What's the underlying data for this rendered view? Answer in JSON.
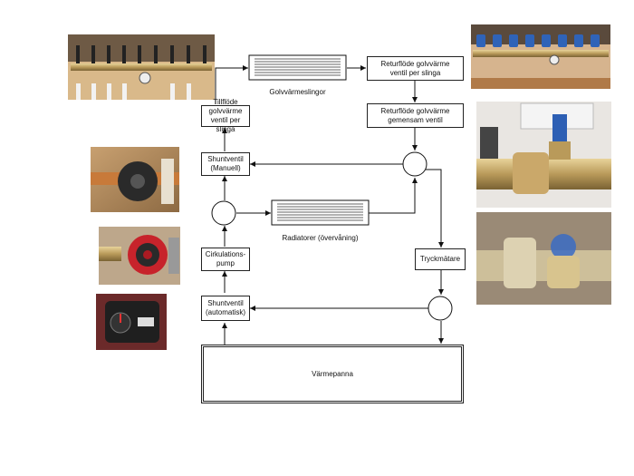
{
  "diagram": {
    "nodes": {
      "tillflode": "Tillflöde golvvärme\nventil per slinga",
      "golvslingor": "Golvvärmeslingor",
      "returflode_per_slinga": "Returflöde golvvärme\nventil per slinga",
      "returflode_gemensam": "Returflöde golvvärme\ngemensam ventil",
      "shunt_manuell": "Shuntventil\n(Manuell)",
      "radiatorer": "Radiatorer (övervåning)",
      "cirkulationspump": "Cirkulations-\npump",
      "tryckmatare": "Tryckmätare",
      "shunt_automatisk": "Shuntventil\n(automatisk)",
      "varmepanna": "Värmepanna"
    },
    "photos": [
      "manifold-supply-photo",
      "circulation-pump-black-photo",
      "circulation-pump-red-photo",
      "shunt-actuator-photo",
      "manifold-return-photo",
      "common-valve-photo",
      "pressure-valve-photo"
    ],
    "colors": {
      "line": "#111111",
      "brass": "#b99a5a",
      "pump_red": "#c7232b",
      "valve_blue": "#2d5fb4"
    }
  }
}
